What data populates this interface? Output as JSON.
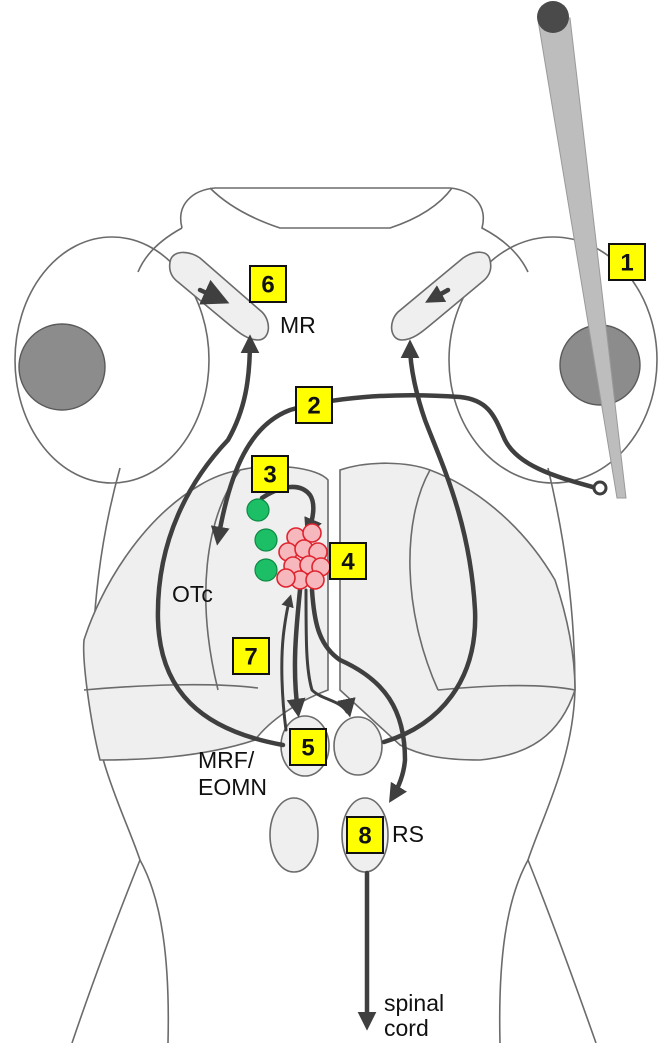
{
  "steps": [
    "1",
    "2",
    "3",
    "4",
    "5",
    "6",
    "7",
    "8"
  ],
  "labels": {
    "mr": "MR",
    "otc": "OTc",
    "mrf_line1": "MRF/",
    "mrf_line2": "EOMN",
    "rs": "RS",
    "spinal_line1": "spinal",
    "spinal_line2": "cord"
  },
  "colors": {
    "badge": "#ffff00",
    "arrow": "#3f3f3f",
    "green_cells": "#1dbf66",
    "red_cells": "#e0242f",
    "brain_fill": "#efefef",
    "electrode": "#bdbdbd"
  }
}
